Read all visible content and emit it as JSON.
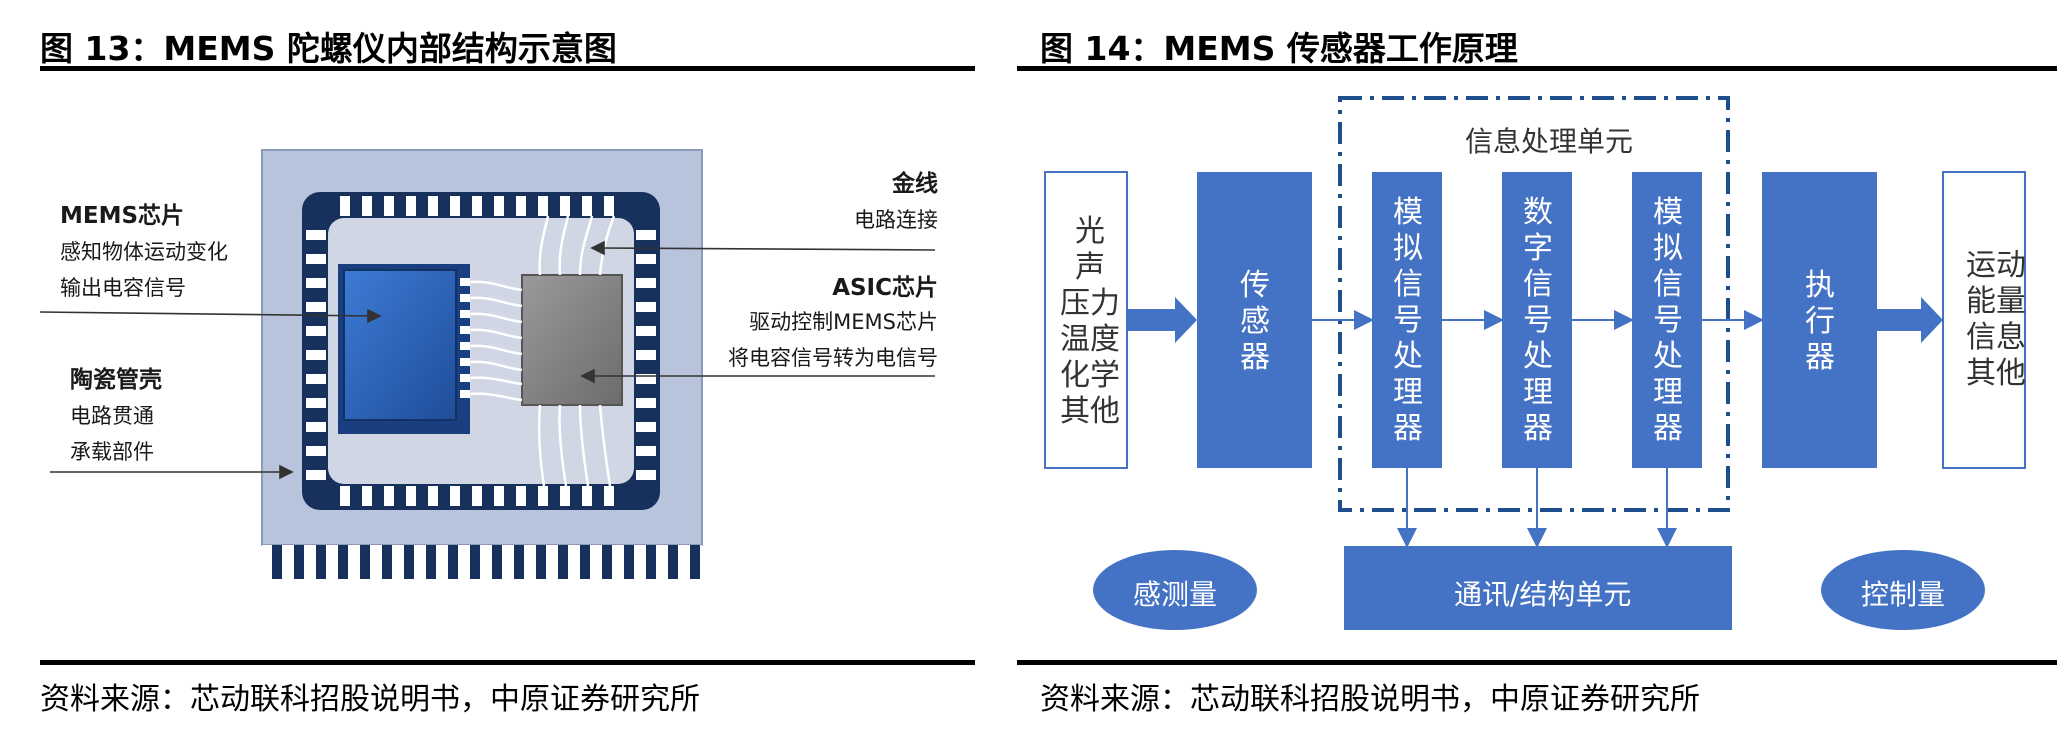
{
  "left": {
    "title": "图 13：MEMS 陀螺仪内部结构示意图",
    "source": "资料来源：芯动联科招股说明书，中原证券研究所",
    "labels": {
      "mems_chip_title": "MEMS芯片",
      "mems_chip_l1": "感知物体运动变化",
      "mems_chip_l2": "输出电容信号",
      "ceramic_title": "陶瓷管壳",
      "ceramic_l1": "电路贯通",
      "ceramic_l2": "承载部件",
      "gold_title": "金线",
      "gold_l1": "电路连接",
      "asic_title": "ASIC芯片",
      "asic_l1": "驱动控制MEMS芯片",
      "asic_l2": "将电容信号转为电信号"
    },
    "colors": {
      "package": "#b8c4dc",
      "pads": "#17305c",
      "chip": "#2a62b8",
      "asic": "#7d7d7d"
    }
  },
  "right": {
    "title": "图 14：MEMS 传感器工作原理",
    "source": "资料来源：芯动联科招股说明书，中原证券研究所",
    "input": "光声压力温度化学其他",
    "sensor": "传感器",
    "group_label": "信息处理单元",
    "proc1": "模拟信号处理器",
    "proc2": "数字信号处理器",
    "proc3": "模拟信号处理器",
    "actuator": "执行器",
    "output": "运动能量信息其他",
    "comm": "通讯/结构单元",
    "measure": "感测量",
    "control": "控制量",
    "colors": {
      "block": "#4472c4",
      "outline": "#4472c4",
      "dash": "#1f4e8c",
      "text_on_block": "#ffffff",
      "text_dark": "#333333"
    }
  }
}
